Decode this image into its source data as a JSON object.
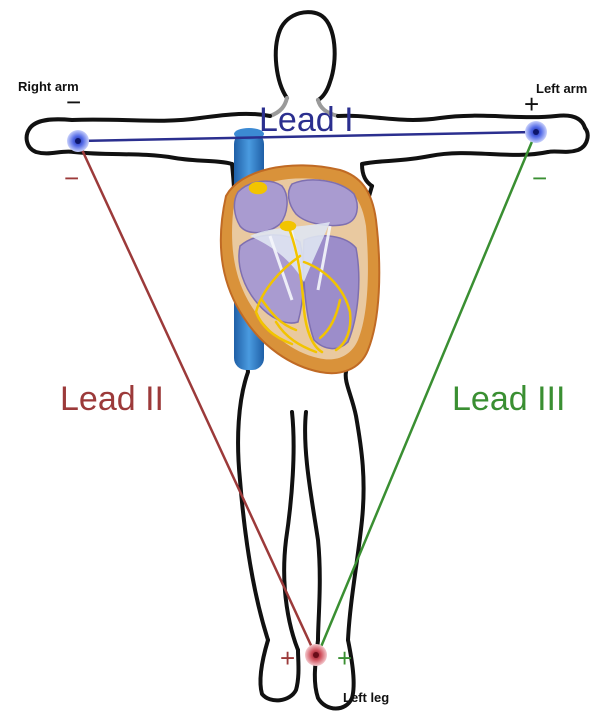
{
  "labels": {
    "right_arm": "Right arm",
    "left_arm": "Left arm",
    "left_leg": "Left leg"
  },
  "leads": {
    "lead_1": {
      "label": "Lead I",
      "color": "#2b2f8f"
    },
    "lead_2": {
      "label": "Lead II",
      "color": "#9c3a3a"
    },
    "lead_3": {
      "label": "Lead III",
      "color": "#3a8f32"
    }
  },
  "polarity": {
    "right_arm_top": "−",
    "right_arm_bottom": "−",
    "left_arm_top": "+",
    "left_arm_bottom": "−",
    "left_leg_left": "+",
    "left_leg_right": "+"
  },
  "colors": {
    "body_outline": "#111111",
    "vessel": "#2f7fc8",
    "heart_outer": "#d9923a",
    "heart_chamber": "#a99bd0",
    "conduction": "#f2c400",
    "arm_electrode": "#3f56d8",
    "leg_electrode": "#c8505a"
  },
  "icons": {
    "electrodes": [
      "electrode-right-arm-icon",
      "electrode-left-arm-icon",
      "electrode-left-leg-icon"
    ],
    "heart": "heart-illustration-icon"
  }
}
